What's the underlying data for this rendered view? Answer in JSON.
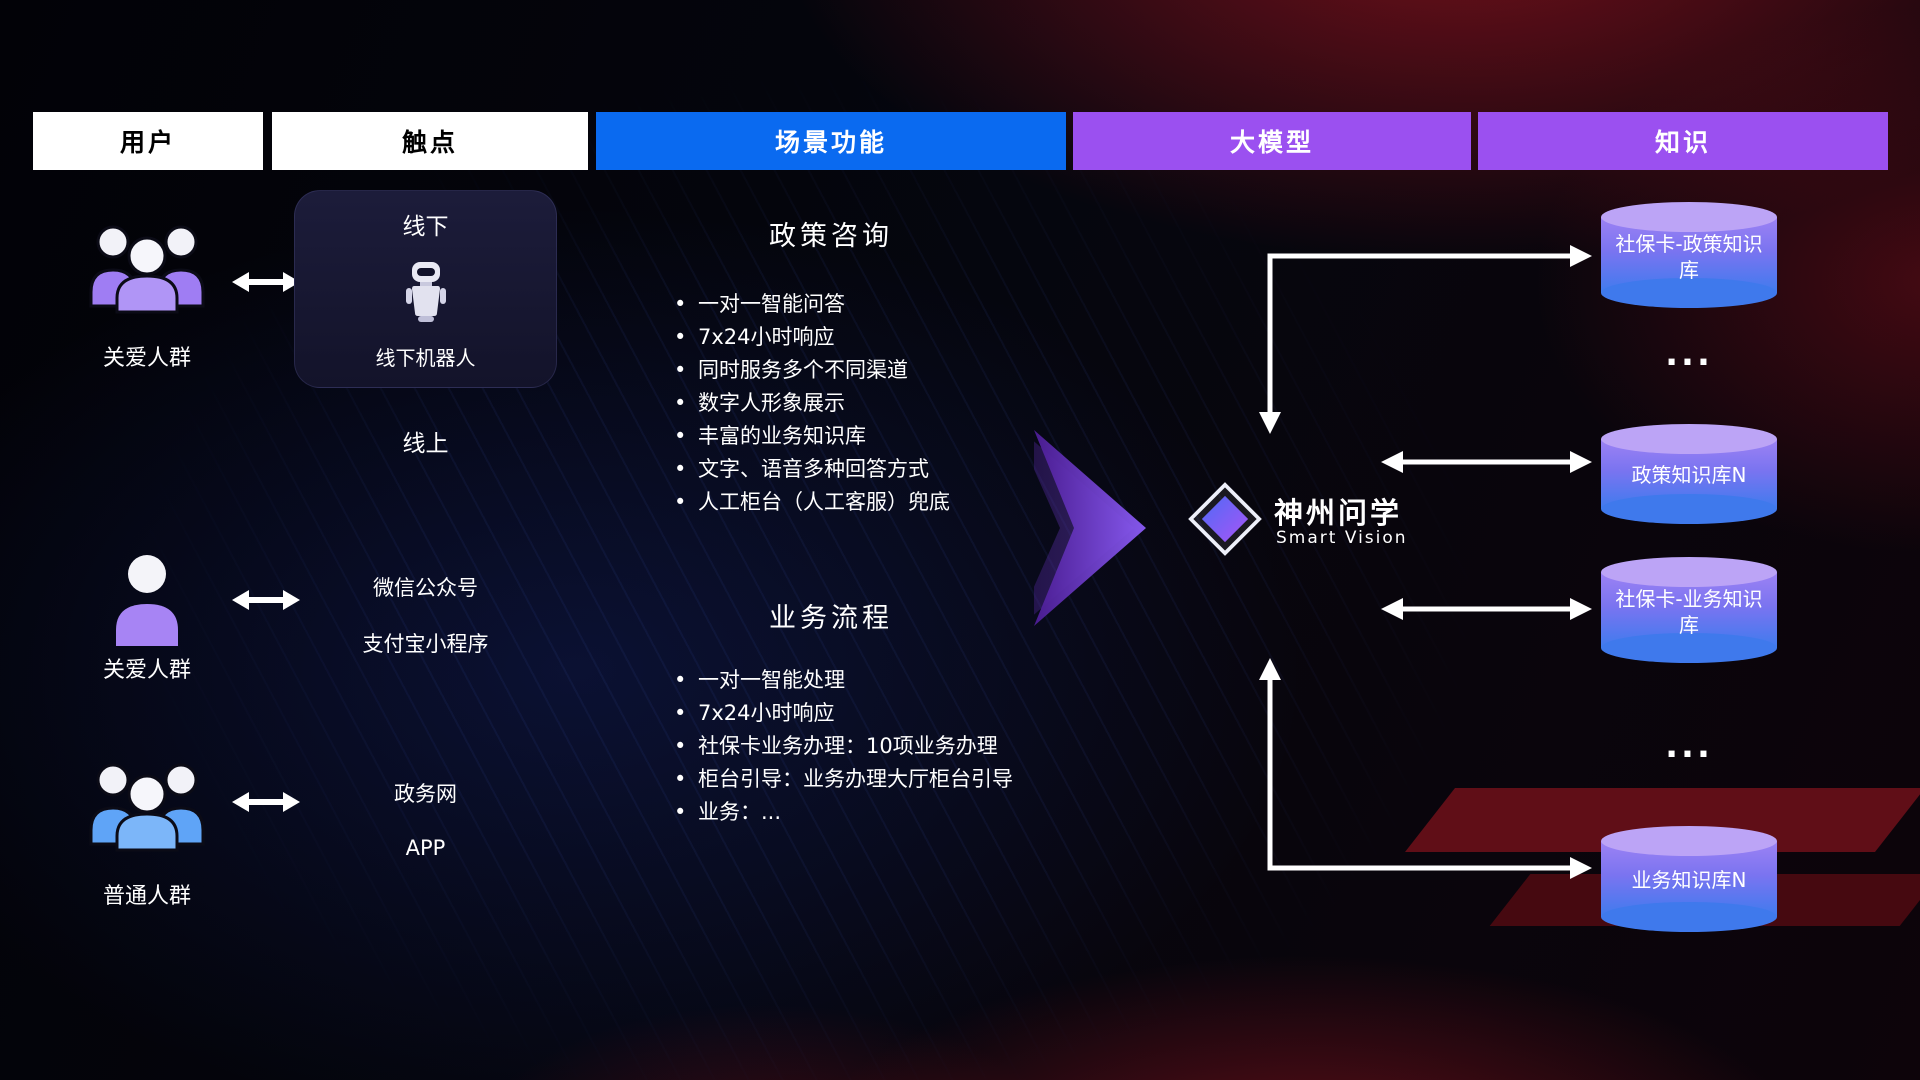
{
  "header": {
    "columns": [
      {
        "label": "用户"
      },
      {
        "label": "触点"
      },
      {
        "label": "场景功能"
      },
      {
        "label": "大模型"
      },
      {
        "label": "知识"
      }
    ]
  },
  "users": [
    {
      "label": "关爱人群"
    },
    {
      "label": "关爱人群"
    },
    {
      "label": "普通人群"
    }
  ],
  "touchpoints": {
    "offline": {
      "title": "线下",
      "robot": "线下机器人"
    },
    "online": "线上",
    "wechat": "微信公众号",
    "alipay": "支付宝小程序",
    "gov": "政务网",
    "app": "APP"
  },
  "scenes": [
    {
      "title": "政策咨询",
      "bullets": [
        "一对一智能问答",
        "7x24小时响应",
        "同时服务多个不同渠道",
        "数字人形象展示",
        "丰富的业务知识库",
        "文字、语音多种回答方式",
        "人工柜台（人工客服）兜底"
      ]
    },
    {
      "title": "业务流程",
      "bullets": [
        "一对一智能处理",
        "7x24小时响应",
        "社保卡业务办理：10项业务办理",
        "柜台引导：业务办理大厅柜台引导",
        "业务：..."
      ]
    }
  ],
  "model": {
    "name": "神州问学",
    "subtitle": "Smart Vision"
  },
  "knowledge": {
    "databases": [
      "社保卡-政策知识库",
      "政策知识库N",
      "社保卡-业务知识库",
      "业务知识库N"
    ],
    "ellipsis": "..."
  },
  "colors": {
    "header_blue": "#0a6af0",
    "header_purple": "#9b50f0",
    "arrow_purple": "#7c3aed",
    "cylinder_top": "#bca4f6",
    "cylinder_bottom": "#3f79ec",
    "background_red": "#b01622",
    "user_purple": "#9f7df3",
    "user_blue": "#5fa4f7"
  }
}
